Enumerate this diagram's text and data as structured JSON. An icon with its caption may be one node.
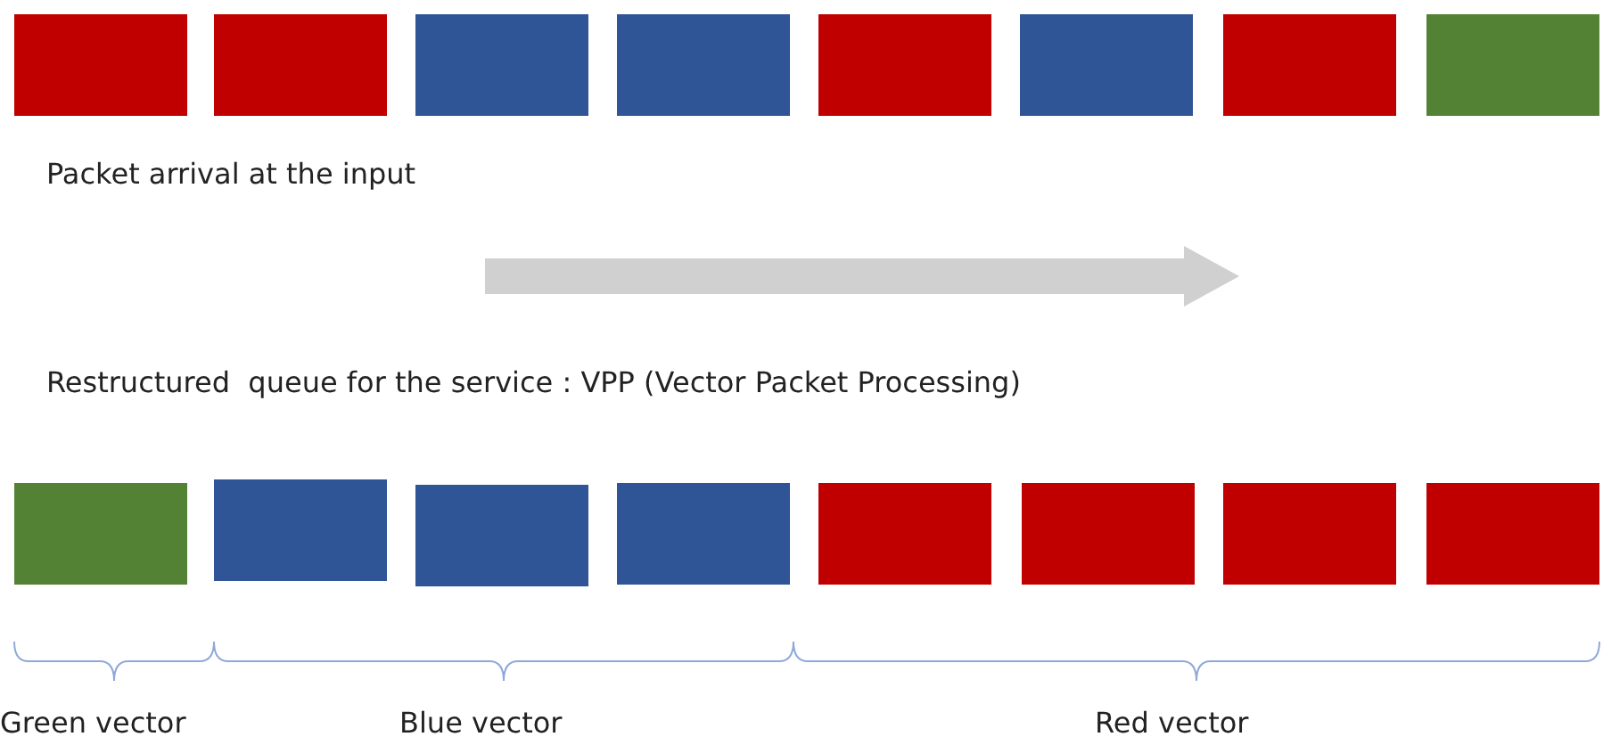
{
  "diagram": {
    "nodes": [
      {
        "text": [],
        "shape": "box"
      },
      {
        "text": [],
        "shape": "box"
      },
      {
        "text": [],
        "shape": "box"
      },
      {
        "text": [],
        "shape": "box"
      },
      {
        "text": [],
        "shape": "box"
      },
      {
        "text": [],
        "shape": "box"
      },
      {
        "text": [],
        "shape": "box"
      },
      {
        "text": [],
        "shape": "box"
      },
      {
        "text": [],
        "shape": "box"
      },
      {
        "text": [],
        "shape": "box"
      },
      {
        "text": [],
        "shape": "box"
      },
      {
        "text": [],
        "shape": "box"
      },
      {
        "text": [],
        "shape": "box"
      },
      {
        "text": [],
        "shape": "box"
      },
      {
        "text": [],
        "shape": "box"
      },
      {
        "text": [],
        "shape": "box"
      }
    ],
    "labels": [
      "Packet arrival at the input",
      "Restructured  queue for the service : VPP (Vector Packet Processing)",
      "Green vector",
      "Blue vector",
      "Red vector"
    ]
  }
}
